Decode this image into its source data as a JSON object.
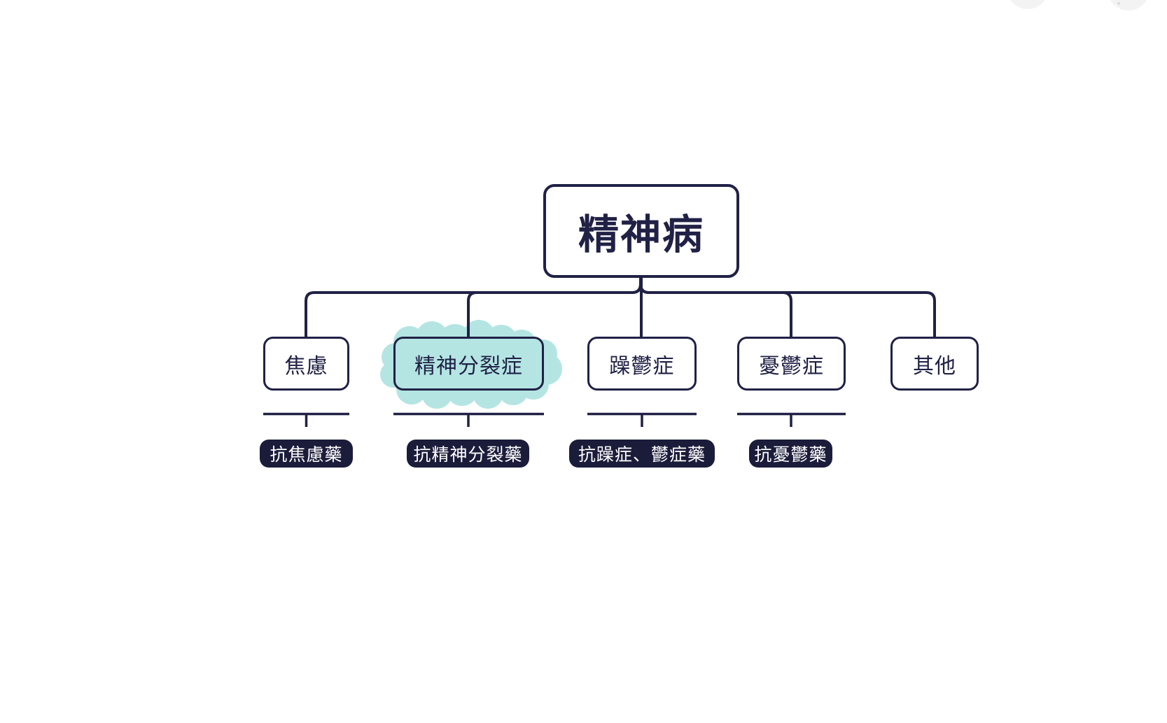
{
  "colors": {
    "navy": "#202145",
    "pill-bg": "#1b1c3a",
    "teal": "#b4e5e3",
    "pill-text": "#ffffff",
    "faded-circle": "#f3f3f3",
    "canvas-bg": "#ffffff"
  },
  "diagram": {
    "type": "tree",
    "root": {
      "label": "精神病"
    },
    "children": [
      {
        "label": "焦慮",
        "drug": "抗焦慮藥",
        "highlighted": false
      },
      {
        "label": "精神分裂症",
        "drug": "抗精神分裂藥",
        "highlighted": true,
        "highlight_color": "#b4e5e3"
      },
      {
        "label": "躁鬱症",
        "drug": "抗躁症、鬱症藥",
        "highlighted": false
      },
      {
        "label": "憂鬱症",
        "drug": "抗憂鬱藥",
        "highlighted": false
      },
      {
        "label": "其他",
        "drug": "",
        "highlighted": false
      }
    ]
  }
}
